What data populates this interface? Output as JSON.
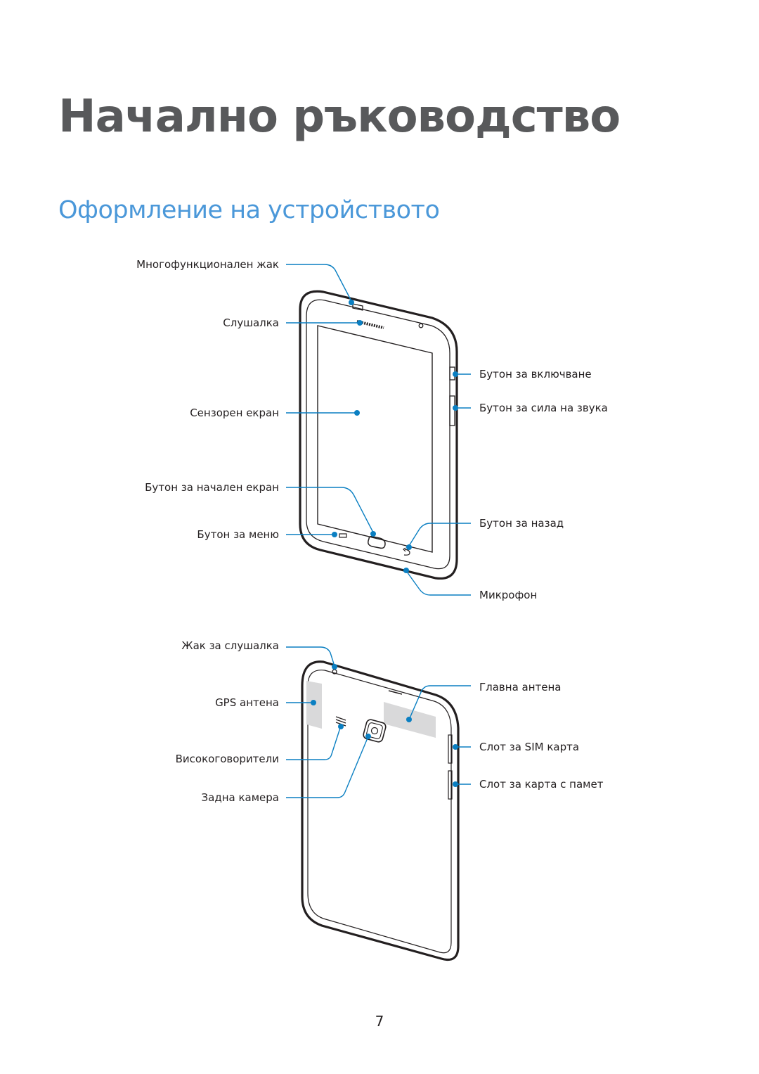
{
  "heading": {
    "chapter_title": "Начално ръководство",
    "section_title": "Оформление на устройството"
  },
  "front_view": {
    "labels": {
      "multipurpose_jack": "Многофункционален жак",
      "earpiece": "Слушалка",
      "touchscreen": "Сензорен екран",
      "home_button": "Бутон за начален екран",
      "menu_button": "Бутон за меню",
      "power_button": "Бутон за включване",
      "volume_button": "Бутон за сила на звука",
      "back_button": "Бутон за назад",
      "microphone": "Микрофон"
    }
  },
  "back_view": {
    "labels": {
      "headset_jack": "Жак за слушалка",
      "gps_antenna": "GPS антена",
      "speaker": "Високоговорители",
      "rear_camera": "Задна камера",
      "main_antenna": "Главна антена",
      "sim_slot": "Слот за SIM карта",
      "memory_card_slot": "Слот за карта с памет"
    }
  },
  "colors": {
    "callout": "#0a7fc2",
    "chapter_title": "#58595b",
    "section_title": "#4b98d9",
    "antenna_fill": "#d9d9da"
  },
  "page": {
    "number": "7"
  }
}
